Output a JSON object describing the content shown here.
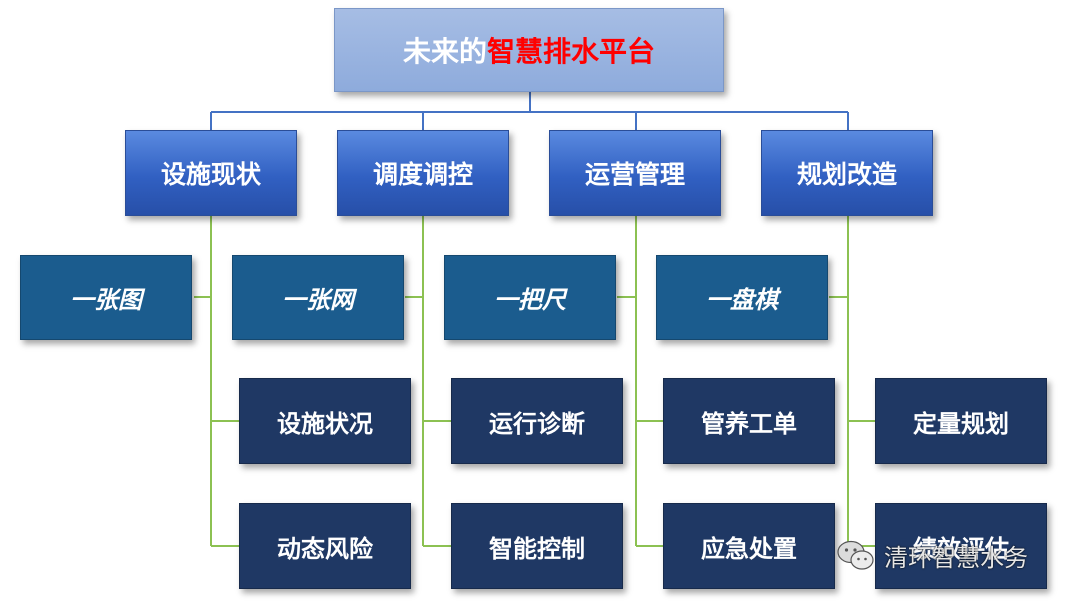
{
  "root": {
    "prefix": "未来的",
    "highlight": "智慧排水平台"
  },
  "categories": [
    {
      "label": "设施现状",
      "card": "一张图",
      "items": [
        "设施状况",
        "动态风险"
      ]
    },
    {
      "label": "调度调控",
      "card": "一张网",
      "items": [
        "运行诊断",
        "智能控制"
      ]
    },
    {
      "label": "运营管理",
      "card": "一把尺",
      "items": [
        "管养工单",
        "应急处置"
      ]
    },
    {
      "label": "规划改造",
      "card": "一盘棋",
      "items": [
        "定量规划",
        "绩效评估"
      ]
    }
  ],
  "watermark": {
    "text": "清环智慧水务",
    "icon": "wechat-icon"
  },
  "colors": {
    "root_highlight": "#ff0000",
    "category_fill": "#3160c2",
    "card_fill": "#1b5c8e",
    "item_fill": "#1f3864",
    "connector_top": "#4472c4",
    "connector_branch": "#8cc152"
  }
}
